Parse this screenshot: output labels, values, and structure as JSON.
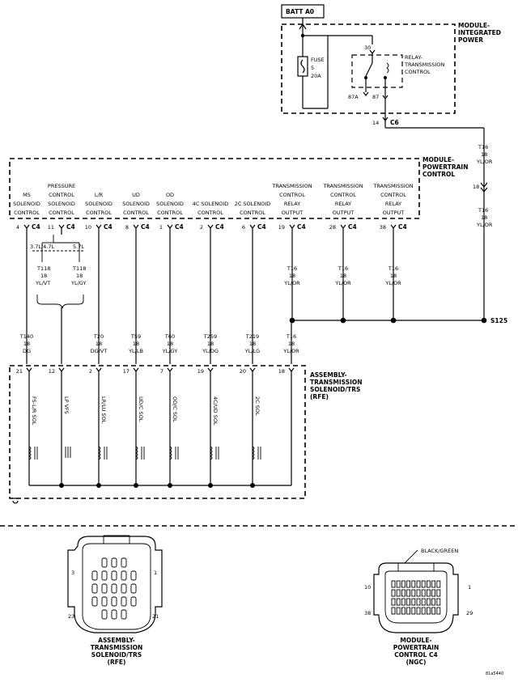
{
  "batt": {
    "label": "BATT A0"
  },
  "module_integrated_power": {
    "line1": "MODULE-",
    "line2": "INTEGRATED",
    "line3": "POWER"
  },
  "fuse": {
    "line1": "FUSE",
    "line2": "5",
    "line3": "20A"
  },
  "relay": {
    "line1": "RELAY-",
    "line2": "TRANSMISSION",
    "line3": "CONTROL",
    "pin30": "30",
    "pin87a": "87A",
    "pin87": "87"
  },
  "c6": {
    "pin": "14",
    "conn": "C6"
  },
  "pcm": {
    "line1": "MODULE-",
    "line2": "POWERTRAIN",
    "line3": "CONTROL"
  },
  "right_wire": {
    "top": {
      "circuit": "T16",
      "gauge": "18",
      "color": "YL/OR"
    },
    "pin": "18",
    "bottom": {
      "circuit": "T16",
      "gauge": "18",
      "color": "YL/OR"
    },
    "splice": "S125"
  },
  "pcm_channels": [
    {
      "l1": "",
      "l2": "MS",
      "l3": "SOLENOID",
      "l4": "CONTROL",
      "pin": "4",
      "conn": "C4"
    },
    {
      "l1": "PRESSURE",
      "l2": "CONTROL",
      "l3": "SOLENOID",
      "l4": "CONTROL",
      "pin": "11",
      "conn": "C4"
    },
    {
      "l1": "",
      "l2": "L/R",
      "l3": "SOLENOID",
      "l4": "CONTROL",
      "pin": "10",
      "conn": "C4"
    },
    {
      "l1": "",
      "l2": "UD",
      "l3": "SOLENOID",
      "l4": "CONTROL",
      "pin": "8",
      "conn": "C4"
    },
    {
      "l1": "",
      "l2": "OD",
      "l3": "SOLENOID",
      "l4": "CONTROL",
      "pin": "1",
      "conn": "C4"
    },
    {
      "l1": "",
      "l2": "",
      "l3": "4C SOLENOID",
      "l4": "CONTROL",
      "pin": "2",
      "conn": "C4"
    },
    {
      "l1": "",
      "l2": "",
      "l3": "2C SOLENOID",
      "l4": "CONTROL",
      "pin": "6",
      "conn": "C4"
    },
    {
      "l1": "TRANSMISSION",
      "l2": "CONTROL",
      "l3": "RELAY",
      "l4": "OUTPUT",
      "pin": "19",
      "conn": "C4"
    },
    {
      "l1": "TRANSMISSION",
      "l2": "CONTROL",
      "l3": "RELAY",
      "l4": "OUTPUT",
      "pin": "28",
      "conn": "C4"
    },
    {
      "l1": "TRANSMISSION",
      "l2": "CONTROL",
      "l3": "RELAY",
      "l4": "OUTPUT",
      "pin": "38",
      "conn": "C4"
    }
  ],
  "pressure_variant": {
    "left_label": "3.7L/4.7L",
    "right_label": "5.7L",
    "left": {
      "circuit": "T118",
      "gauge": "18",
      "color": "YL/VT"
    },
    "right": {
      "circuit": "T118",
      "gauge": "18",
      "color": "YL/GY"
    }
  },
  "relay_wires": [
    {
      "circuit": "T16",
      "gauge": "18",
      "color": "YL/OR"
    },
    {
      "circuit": "T16",
      "gauge": "18",
      "color": "YL/OR"
    },
    {
      "circuit": "T16",
      "gauge": "18",
      "color": "YL/OR"
    }
  ],
  "lower_wires": [
    {
      "circuit": "T140",
      "gauge": "18",
      "color": "DG"
    },
    {
      "circuit": "T20",
      "gauge": "18",
      "color": "DG/VT"
    },
    {
      "circuit": "T59",
      "gauge": "18",
      "color": "YL/LB"
    },
    {
      "circuit": "T60",
      "gauge": "18",
      "color": "YL/GY"
    },
    {
      "circuit": "T259",
      "gauge": "18",
      "color": "YL/DG"
    },
    {
      "circuit": "T219",
      "gauge": "18",
      "color": "YL/LG"
    },
    {
      "circuit": "T16",
      "gauge": "18",
      "color": "YL/OR"
    }
  ],
  "trs_pins": [
    "21",
    "12",
    "2",
    "17",
    "7",
    "19",
    "20",
    "18"
  ],
  "trs": {
    "line1": "ASSEMBLY-",
    "line2": "TRANSMISSION",
    "line3": "SOLENOID/TRS",
    "line4": "(RFE)"
  },
  "solenoids": [
    "FS-L/R SOL",
    "LP VFS",
    "LR/LU SOL",
    "UD/C SOL",
    "OD/C SOL",
    "4C/UD SOL",
    "2C SOL"
  ],
  "connector_trs": {
    "pin_tl": "3",
    "pin_tr": "1",
    "pin_bl": "23",
    "pin_br": "21",
    "line1": "ASSEMBLY-",
    "line2": "TRANSMISSION",
    "line3": "SOLENOID/TRS",
    "line4": "(RFE)"
  },
  "connector_pcm": {
    "color": "BLACK/GREEN",
    "pin_tl": "10",
    "pin_tr": "1",
    "pin_bl": "38",
    "pin_br": "29",
    "line1": "MODULE-",
    "line2": "POWERTRAIN",
    "line3": "CONTROL C4",
    "line4": "(NGC)"
  },
  "figure_id": "81a5440"
}
